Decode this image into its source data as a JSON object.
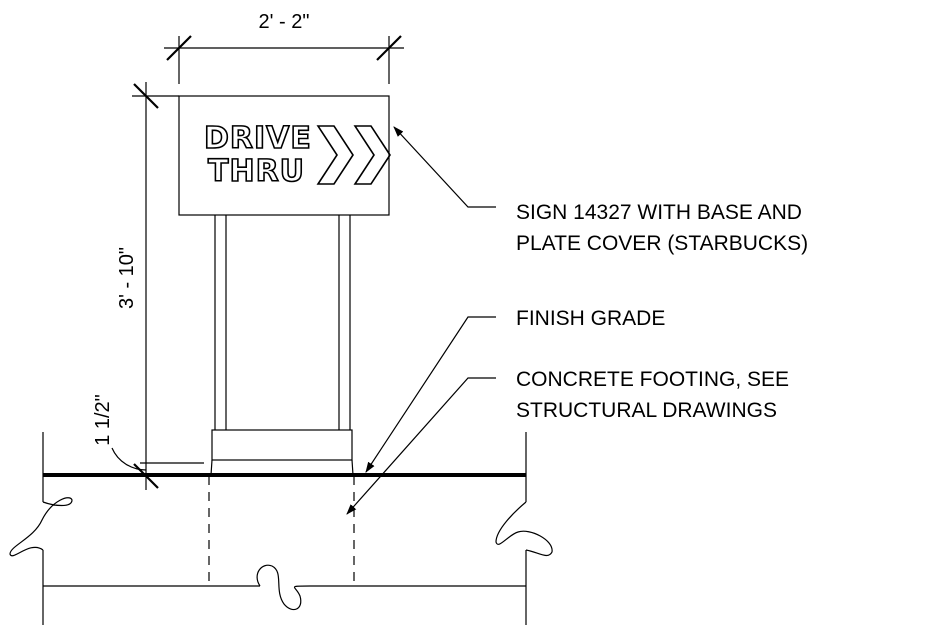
{
  "dimensions": {
    "width_label": "2' - 2\"",
    "height_label": "3' - 10\"",
    "base_label": "1 1/2\""
  },
  "sign": {
    "line1": "DRIVE",
    "line2": "THRU"
  },
  "callouts": {
    "sign_line1": "SIGN 14327 WITH BASE AND",
    "sign_line2": "PLATE COVER (STARBUCKS)",
    "grade": "FINISH GRADE",
    "footing_line1": "CONCRETE FOOTING, SEE",
    "footing_line2": "STRUCTURAL DRAWINGS"
  },
  "colors": {
    "ink": "#000000",
    "paper": "#ffffff"
  }
}
